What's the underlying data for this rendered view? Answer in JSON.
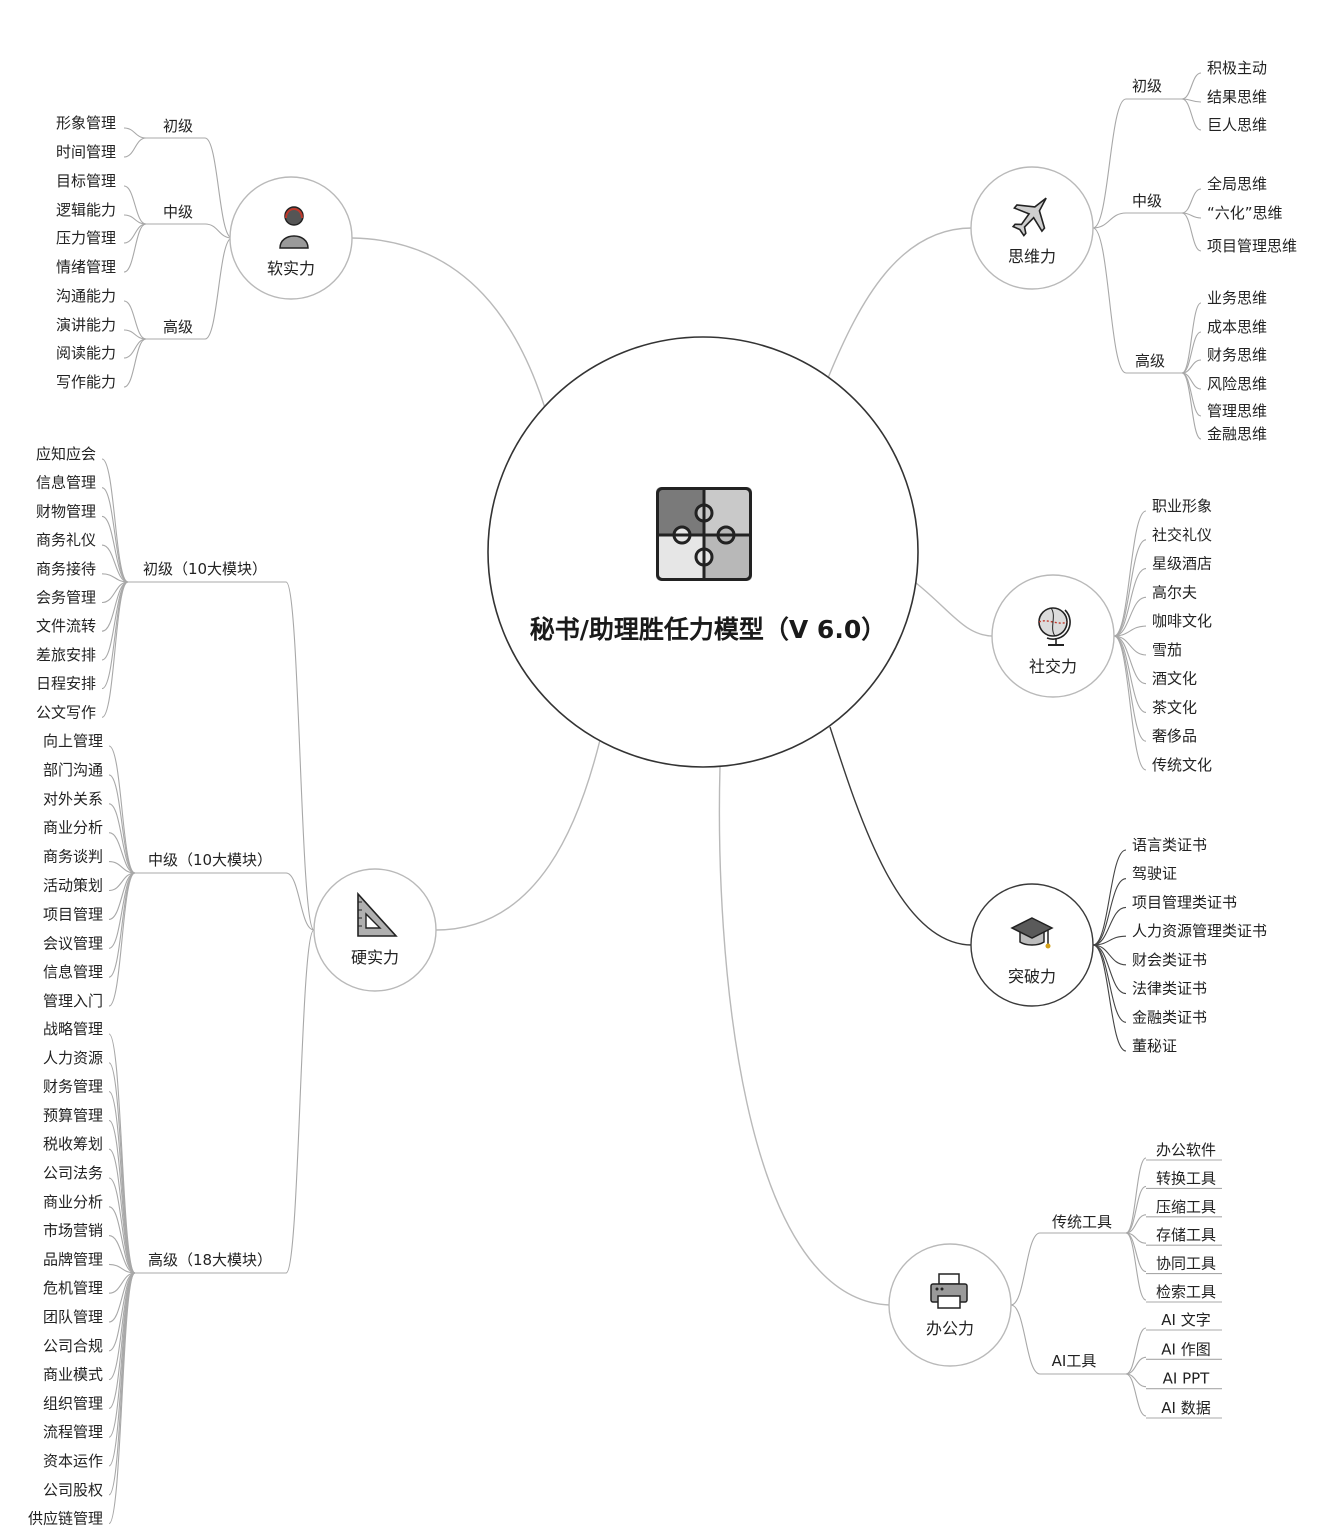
{
  "center": {
    "title": "秘书/助理胜任力模型（V 6.0）",
    "icon": "puzzle-icon"
  },
  "soft": {
    "name": "软实力",
    "icon": "headset-person-icon",
    "levels": [
      {
        "name": "初级",
        "items": [
          "形象管理",
          "时间管理"
        ]
      },
      {
        "name": "中级",
        "items": [
          "目标管理",
          "逻辑能力",
          "压力管理",
          "情绪管理"
        ]
      },
      {
        "name": "高级",
        "items": [
          "沟通能力",
          "演讲能力",
          "阅读能力",
          "写作能力"
        ]
      }
    ]
  },
  "hard": {
    "name": "硬实力",
    "icon": "set-square-icon",
    "levels": [
      {
        "name": "初级（10大模块）",
        "items": [
          "应知应会",
          "信息管理",
          "财物管理",
          "商务礼仪",
          "商务接待",
          "会务管理",
          "文件流转",
          "差旅安排",
          "日程安排",
          "公文写作"
        ]
      },
      {
        "name": "中级（10大模块）",
        "items": [
          "向上管理",
          "部门沟通",
          "对外关系",
          "商业分析",
          "商务谈判",
          "活动策划",
          "项目管理",
          "会议管理",
          "信息管理",
          "管理入门"
        ]
      },
      {
        "name": "高级（18大模块）",
        "items": [
          "战略管理",
          "人力资源",
          "财务管理",
          "预算管理",
          "税收筹划",
          "公司法务",
          "商业分析",
          "市场营销",
          "品牌管理",
          "危机管理",
          "团队管理",
          "公司合规",
          "商业模式",
          "组织管理",
          "流程管理",
          "资本运作",
          "公司股权",
          "供应链管理"
        ]
      }
    ]
  },
  "thinking": {
    "name": "思维力",
    "icon": "airplane-icon",
    "levels": [
      {
        "name": "初级",
        "items": [
          "积极主动",
          "结果思维",
          "巨人思维"
        ]
      },
      {
        "name": "中级",
        "items": [
          "全局思维",
          "“六化”思维",
          "项目管理思维"
        ]
      },
      {
        "name": "高级",
        "items": [
          "业务思维",
          "成本思维",
          "财务思维",
          "风险思维",
          "管理思维",
          "金融思维"
        ]
      }
    ]
  },
  "social": {
    "name": "社交力",
    "icon": "globe-icon",
    "items": [
      "职业形象",
      "社交礼仪",
      "星级酒店",
      "高尔夫",
      "咖啡文化",
      "雪茄",
      "酒文化",
      "茶文化",
      "奢侈品",
      "传统文化"
    ]
  },
  "breakthrough": {
    "name": "突破力",
    "icon": "graduation-cap-icon",
    "items": [
      "语言类证书",
      "驾驶证",
      "项目管理类证书",
      "人力资源管理类证书",
      "财会类证书",
      "法律类证书",
      "金融类证书",
      "董秘证"
    ]
  },
  "office": {
    "name": "办公力",
    "icon": "printer-icon",
    "groups": [
      {
        "name": "传统工具",
        "items": [
          "办公软件",
          "转换工具",
          "压缩工具",
          "存储工具",
          "协同工具",
          "检索工具"
        ]
      },
      {
        "name": "AI工具",
        "items": [
          "AI 文字",
          "AI 作图",
          "AI PPT",
          "AI 数据"
        ]
      }
    ]
  }
}
